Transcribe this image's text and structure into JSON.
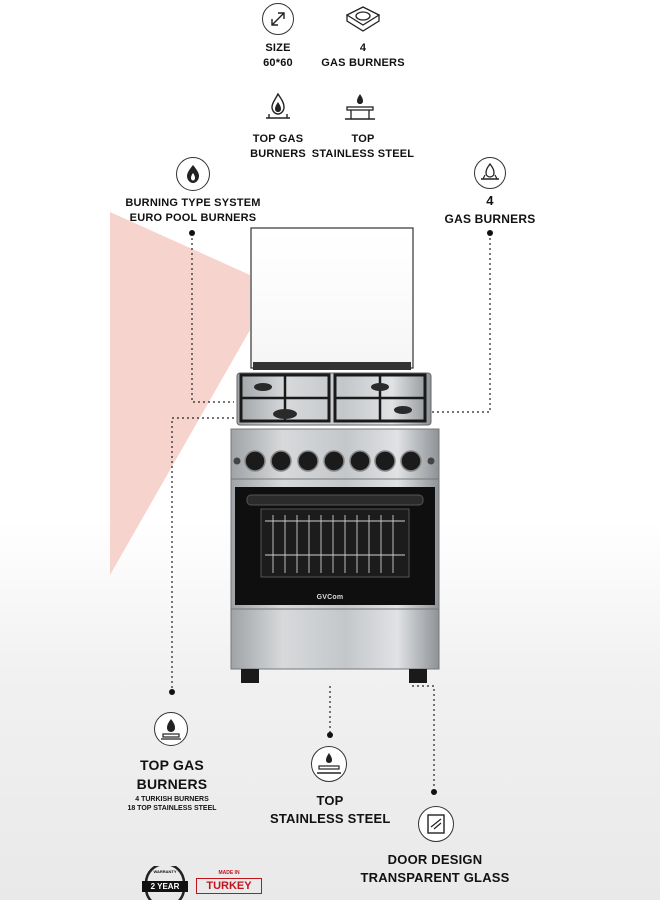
{
  "top_features": [
    {
      "icon": "size-arrows-icon",
      "line1": "SIZE",
      "line2": "60*60"
    },
    {
      "icon": "burner-grate-icon",
      "line1": "4",
      "line2": "GAS BURNERS"
    },
    {
      "icon": "flame-burner-icon",
      "line1": "TOP GAS",
      "line2": "BURNERS"
    },
    {
      "icon": "stainless-top-icon",
      "line1": "TOP",
      "line2": "STAINLESS STEEL"
    }
  ],
  "callouts": {
    "burning_system": {
      "line1": "BURNING TYPE SYSTEM",
      "line2": "EURO POOL BURNERS"
    },
    "gas_burners": {
      "line1": "4",
      "line2": "GAS BURNERS"
    },
    "top_gas": {
      "line1": "TOP GAS",
      "line2": "BURNERS",
      "sub1": "4 TURKISH BURNERS",
      "sub2": "18 TOP STAINLESS STEEL"
    },
    "top_steel": {
      "line1": "TOP",
      "line2": "STAINLESS STEEL"
    },
    "door": {
      "line1": "DOOR DESIGN",
      "line2": "TRANSPARENT GLASS"
    }
  },
  "product": {
    "brand_text": "GVCom"
  },
  "badges": {
    "warranty_top": "WARRANTY",
    "warranty": "2 YEAR",
    "origin_top": "MADE IN",
    "origin": "TURKEY"
  },
  "colors": {
    "accent_pink": "#f6cfc9",
    "steel": "#c8cbce",
    "black": "#111111"
  }
}
